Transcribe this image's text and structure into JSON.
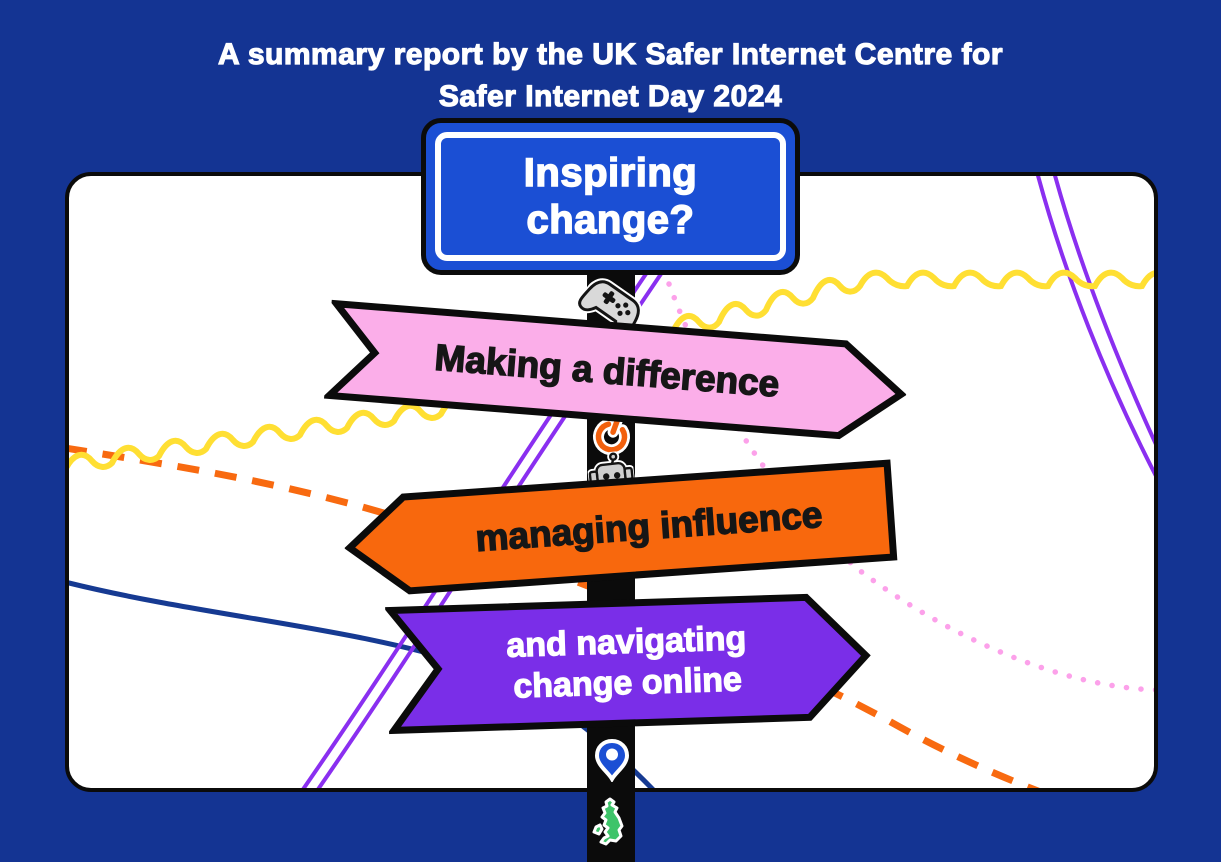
{
  "title": {
    "line1": "A summary report by the UK Safer Internet Centre for",
    "line2": "Safer Internet Day 2024"
  },
  "poster": {
    "top_sign": {
      "line1": "Inspiring",
      "line2": "change?",
      "fill": "#1b4fd4",
      "text_color": "#ffffff"
    },
    "direction_signs": [
      {
        "label": "Making a difference",
        "fill": "#fbaee9",
        "text_color": "#161616",
        "points": "right"
      },
      {
        "label": "managing influence",
        "fill": "#f8680d",
        "text_color": "#161616",
        "points": "left"
      },
      {
        "label_line1": "and navigating",
        "label_line2": "change online",
        "fill": "#7a2ee8",
        "text_color": "#ffffff",
        "points": "right"
      }
    ],
    "post_icons": [
      {
        "name": "game-controller-icon",
        "color": "#d9d9d9"
      },
      {
        "name": "power-icon",
        "color": "#f2600d"
      },
      {
        "name": "robot-icon",
        "color": "#cfcfcf"
      },
      {
        "name": "location-pin-icon",
        "color": "#1b4fd4"
      },
      {
        "name": "uk-map-icon",
        "color": "#3ec46a"
      }
    ]
  },
  "colors": {
    "background": "#143493",
    "card": "#ffffff",
    "outline": "#0b0b0b",
    "yellow_wave": "#ffdf33",
    "orange_dashed_line": "#f86a10",
    "navy_curve": "#163a92",
    "purple_double_lines": "#8a2ff0",
    "pink_dotted_curve": "#fca1ea"
  }
}
